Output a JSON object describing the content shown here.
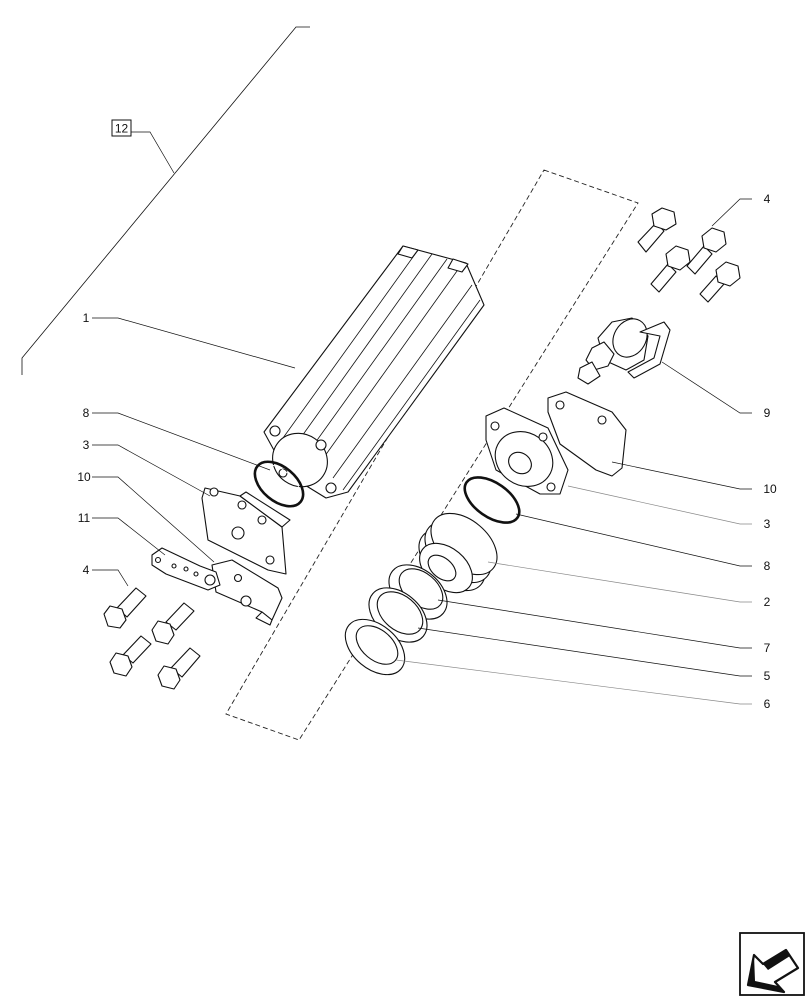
{
  "diagram": {
    "reference_label": "12",
    "callouts": [
      {
        "id": "c1",
        "label": "1"
      },
      {
        "id": "c8l",
        "label": "8"
      },
      {
        "id": "c3l",
        "label": "3"
      },
      {
        "id": "c10l",
        "label": "10"
      },
      {
        "id": "c11",
        "label": "11"
      },
      {
        "id": "c4l",
        "label": "4"
      },
      {
        "id": "c4r",
        "label": "4"
      },
      {
        "id": "c9",
        "label": "9"
      },
      {
        "id": "c10r",
        "label": "10"
      },
      {
        "id": "c3r",
        "label": "3"
      },
      {
        "id": "c8r",
        "label": "8"
      },
      {
        "id": "c2",
        "label": "2"
      },
      {
        "id": "c7",
        "label": "7"
      },
      {
        "id": "c5",
        "label": "5"
      },
      {
        "id": "c6",
        "label": "6"
      }
    ],
    "nav_icon": "arrow-back-icon"
  }
}
